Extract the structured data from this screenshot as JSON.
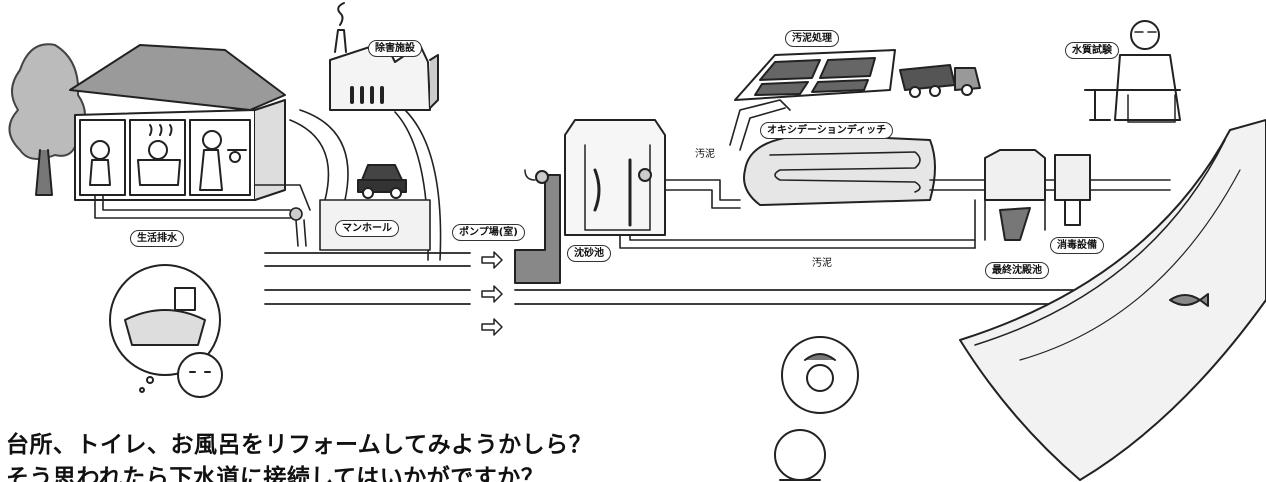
{
  "labels": {
    "household_wastewater": "生活排水",
    "manhole": "マンホール",
    "pump_station": "ポンプ場(室)",
    "grit_chamber": "沈砂池",
    "oxidation_ditch": "オキシデーションディッチ",
    "sludge_treatment": "汚泥処理",
    "water_quality_test": "水質試験",
    "odor_removal_facility": "除害施設",
    "disinfection_facility": "消毒設備",
    "final_settling_tank": "最終沈殿池",
    "sludge_upper": "汚泥",
    "sludge_lower": "汚泥"
  },
  "caption": {
    "line1": "台所、トイレ、お風呂をリフォームしてみようかしら？",
    "line2": "そう思われたら下水道に接続してはいかがですか？"
  },
  "icons": [
    "house-illustration",
    "tree-illustration",
    "factory-illustration",
    "car-icon",
    "truck-icon",
    "scientist-illustration",
    "fish-icon",
    "thought-bubble-toilet",
    "worker-illustration",
    "arrow-right-icon"
  ]
}
